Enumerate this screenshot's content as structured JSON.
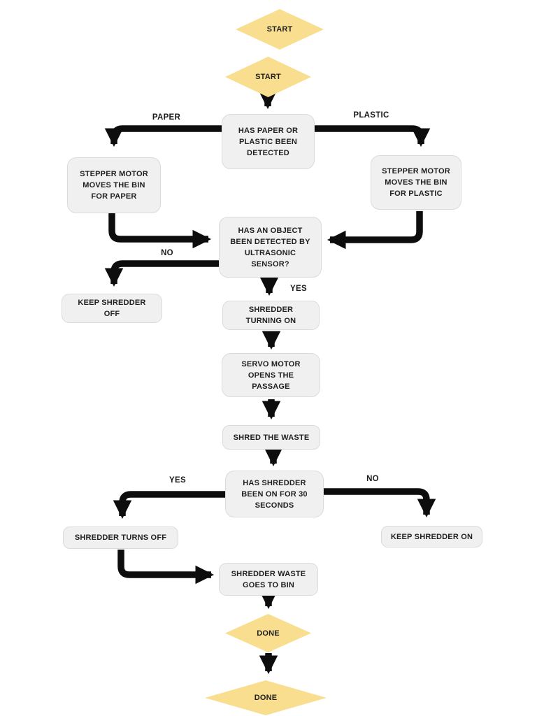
{
  "diagram": {
    "type": "flowchart",
    "background": "#ffffff",
    "colors": {
      "diamond_fill": "#f8de8e",
      "box_fill": "#f0f0f0",
      "box_border": "#dbdbdb",
      "arrow": "#0d0d0d",
      "text": "#1f1f1f"
    }
  },
  "nodes": {
    "start1": {
      "label": "START",
      "shape": "diamond"
    },
    "start2": {
      "label": "START",
      "shape": "diamond"
    },
    "detect": {
      "label": "HAS PAPER OR PLASTIC BEEN DETECTED",
      "shape": "process"
    },
    "stepper_paper": {
      "label": "STEPPER MOTOR MOVES THE BIN FOR PAPER",
      "shape": "process"
    },
    "stepper_plastic": {
      "label": "STEPPER MOTOR MOVES THE BIN FOR PLASTIC",
      "shape": "process"
    },
    "ultrasonic": {
      "label": "HAS AN OBJECT BEEN DETECTED BY ULTRASONIC SENSOR?",
      "shape": "process"
    },
    "keep_off": {
      "label": "KEEP SHREDDER OFF",
      "shape": "process"
    },
    "shredder_on": {
      "label": "SHREDDER TURNING ON",
      "shape": "process"
    },
    "servo": {
      "label": "SERVO MOTOR OPENS THE PASSAGE",
      "shape": "process"
    },
    "shred": {
      "label": "SHRED THE WASTE",
      "shape": "process"
    },
    "timer30": {
      "label": "HAS SHREDDER BEEN ON FOR 30 SECONDS",
      "shape": "process"
    },
    "turns_off": {
      "label": "SHREDDER TURNS OFF",
      "shape": "process"
    },
    "keep_on": {
      "label": "KEEP SHREDDER ON",
      "shape": "process"
    },
    "waste_bin": {
      "label": "SHREDDER WASTE GOES TO BIN",
      "shape": "process"
    },
    "done1": {
      "label": "DONE",
      "shape": "diamond"
    },
    "done2": {
      "label": "DONE",
      "shape": "diamond"
    }
  },
  "edge_labels": {
    "paper": "PAPER",
    "plastic": "PLASTIC",
    "no_upper": "NO",
    "yes_upper": "YES",
    "yes_lower": "YES",
    "no_lower": "NO"
  },
  "edges": [
    {
      "from": "start2",
      "to": "detect",
      "label": ""
    },
    {
      "from": "detect",
      "to": "stepper_paper",
      "label": "PAPER"
    },
    {
      "from": "detect",
      "to": "stepper_plastic",
      "label": "PLASTIC"
    },
    {
      "from": "stepper_paper",
      "to": "ultrasonic",
      "label": ""
    },
    {
      "from": "stepper_plastic",
      "to": "ultrasonic",
      "label": ""
    },
    {
      "from": "ultrasonic",
      "to": "keep_off",
      "label": "NO"
    },
    {
      "from": "ultrasonic",
      "to": "shredder_on",
      "label": "YES"
    },
    {
      "from": "shredder_on",
      "to": "servo",
      "label": ""
    },
    {
      "from": "servo",
      "to": "shred",
      "label": ""
    },
    {
      "from": "shred",
      "to": "timer30",
      "label": ""
    },
    {
      "from": "timer30",
      "to": "turns_off",
      "label": "YES"
    },
    {
      "from": "timer30",
      "to": "keep_on",
      "label": "NO"
    },
    {
      "from": "turns_off",
      "to": "waste_bin",
      "label": ""
    },
    {
      "from": "waste_bin",
      "to": "done1",
      "label": ""
    },
    {
      "from": "done1",
      "to": "done2",
      "label": ""
    }
  ]
}
